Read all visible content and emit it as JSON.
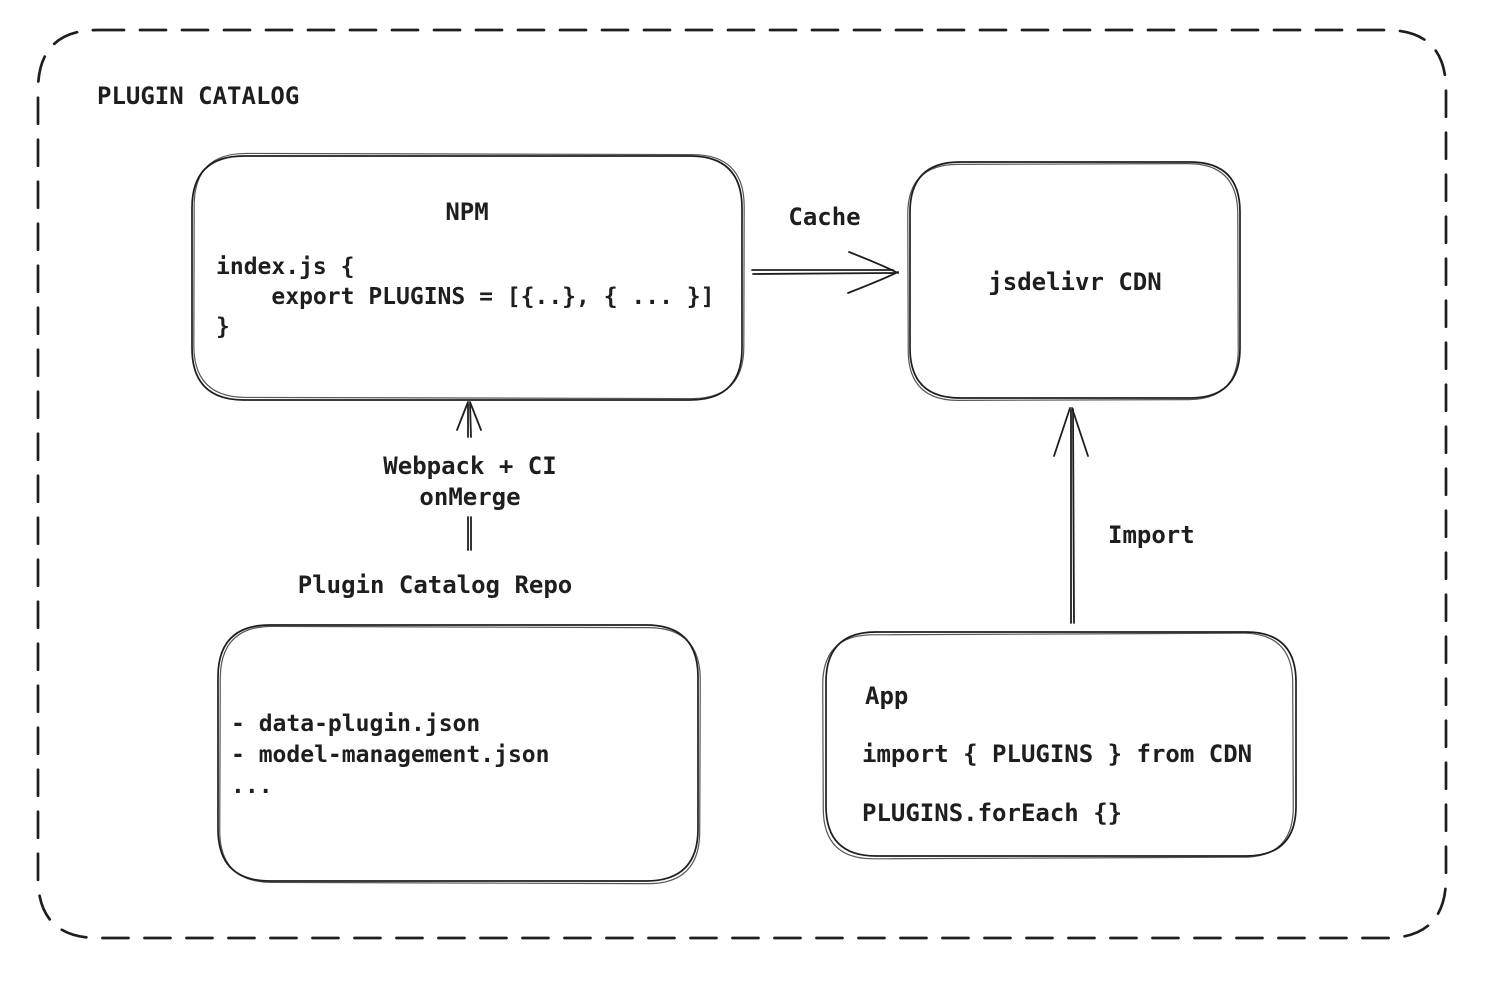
{
  "title": "PLUGIN CATALOG",
  "nodes": {
    "npm": {
      "title": "NPM",
      "code": "index.js {\n    export PLUGINS = [{..}, { ... }]\n}"
    },
    "cdn": {
      "title": "jsdelivr CDN"
    },
    "repo": {
      "title": "Plugin Catalog Repo",
      "code": "- data-plugin.json\n- model-management.json\n..."
    },
    "app": {
      "title": "App",
      "line1": "import { PLUGINS } from CDN",
      "line2": "PLUGINS.forEach {}"
    }
  },
  "edges": {
    "cache": {
      "label": "Cache"
    },
    "webpack": {
      "label": "Webpack + CI\nonMerge"
    },
    "import": {
      "label": "Import"
    }
  },
  "colors": {
    "stroke": "#1e1e1e",
    "background": "#ffffff"
  }
}
